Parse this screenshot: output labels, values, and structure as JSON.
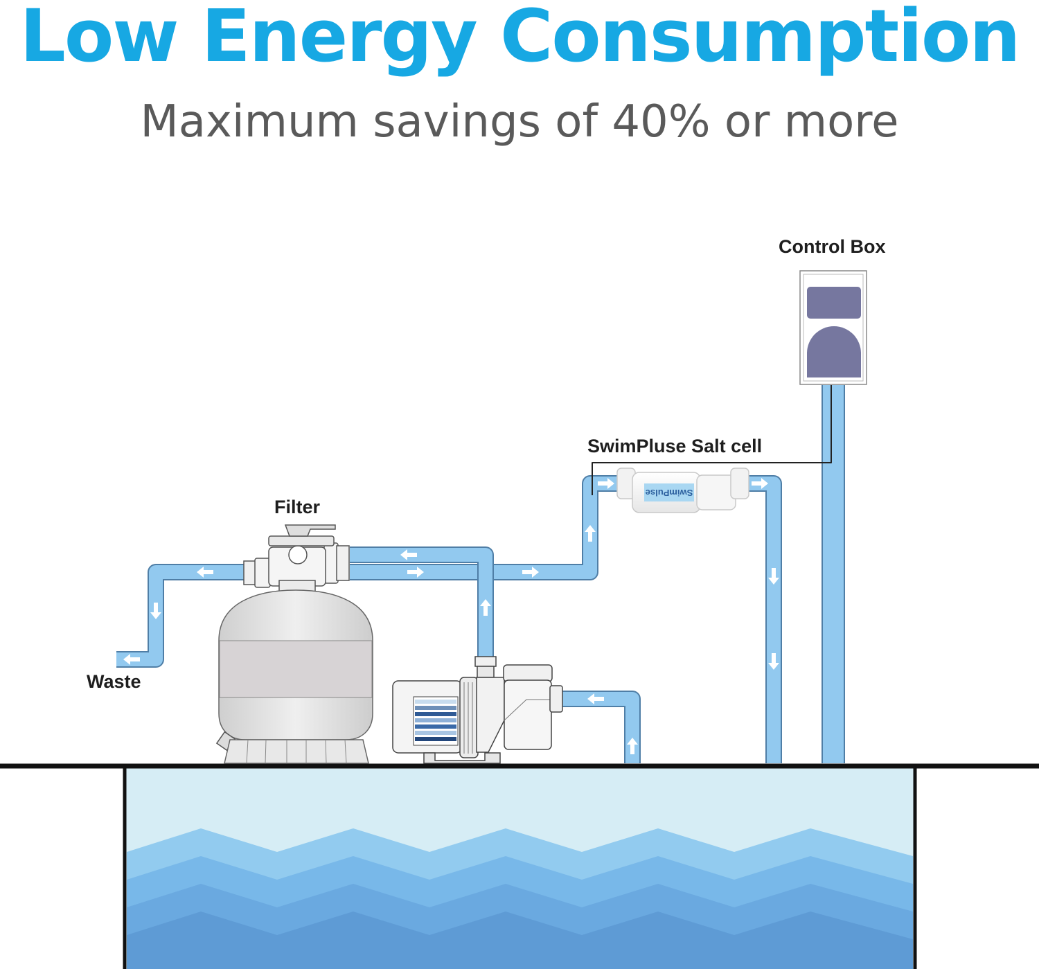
{
  "header": {
    "title": "Low Energy Consumption",
    "subtitle": "Maximum savings of 40% or more"
  },
  "labels": {
    "control_box": "Control Box",
    "salt_cell": "SwimPluse Salt cell",
    "filter": "Filter",
    "waste": "Waste"
  },
  "salt_cell_print": "SwimPulse",
  "colors": {
    "title": "#17a8e3",
    "subtitle": "#5a5a5a",
    "pipe": "#92c9ef",
    "pipe_outline": "#4f7ea6",
    "control_panel": "#76779f",
    "water_light": "#d6edf5",
    "water_deep": "#5e9bd5"
  },
  "icons": [
    "flow-arrow-icon"
  ]
}
